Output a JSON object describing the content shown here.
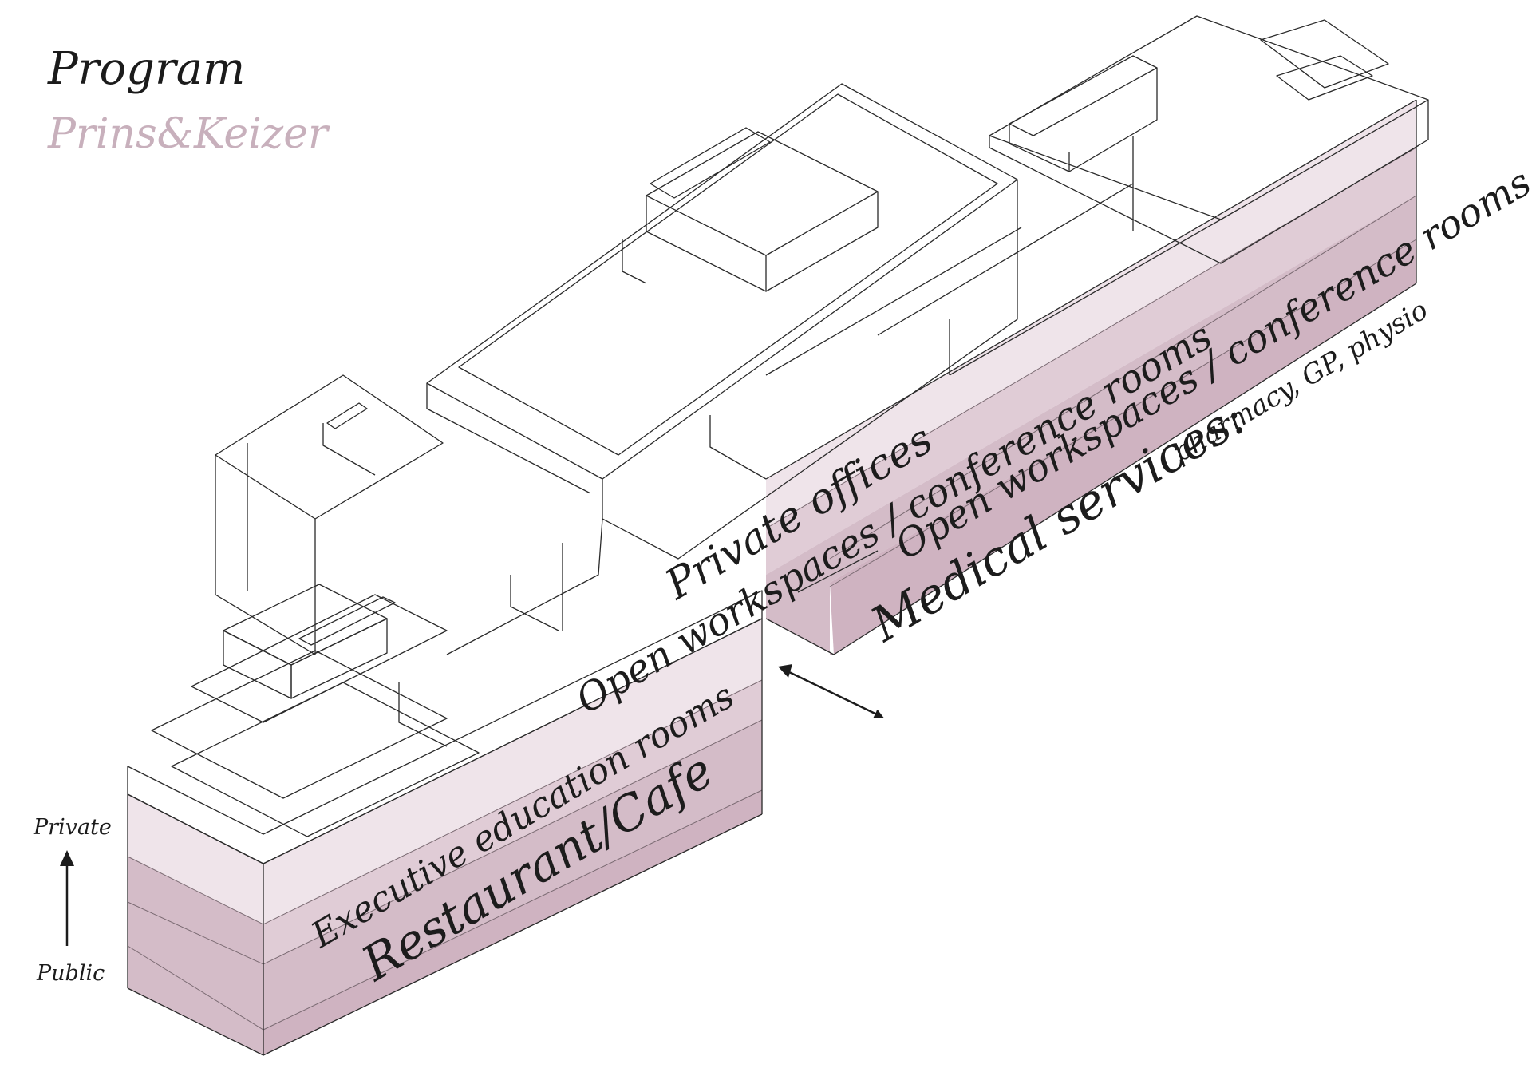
{
  "title": "Program",
  "subtitle": "Prins&Keizer",
  "colors": {
    "subtitle": "#c8b0bc",
    "private_band": "#efe4ea",
    "mid_band": "#e0ccd6",
    "public_band": "#d4bcc8",
    "ground_band": "#cfb3c1",
    "line": "#2a2a2a"
  },
  "labels": {
    "private_offices": "Private offices",
    "open_workspaces_left": "Open workspaces / conference rooms",
    "open_workspaces_right": "Open workspaces / conference rooms",
    "executive_education": "Executive education rooms",
    "restaurant": "Restaurant/Cafe",
    "medical_services": "Medical services:",
    "medical_detail": "pharmacy, GP, physio"
  },
  "axis": {
    "top_label": "Private",
    "bottom_label": "Public",
    "arrow_icon": "arrow-up-icon"
  },
  "connector": {
    "icon": "double-arrow-icon"
  }
}
